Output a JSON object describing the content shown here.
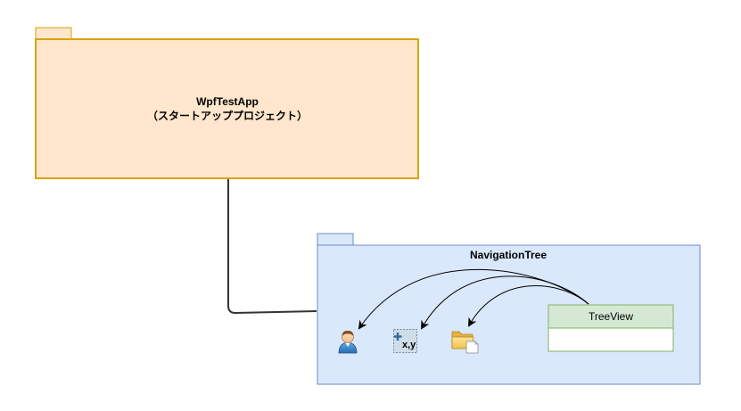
{
  "diagram": {
    "packages": [
      {
        "id": "wpftestapp",
        "title": "WpfTestApp",
        "subtitle": "（スタートアッププロジェクト）",
        "fill": "#ffe6cc",
        "stroke": "#d6a400"
      },
      {
        "id": "navigationtree",
        "title": "NavigationTree",
        "fill": "#dae8fc",
        "stroke": "#6c8ebf"
      }
    ],
    "class_box": {
      "name": "TreeView",
      "header_fill": "#d5e8d4",
      "body_fill": "#ffffff",
      "stroke": "#82b366"
    },
    "icons": [
      {
        "name": "user-icon"
      },
      {
        "name": "coordinate-icon",
        "label": "x,y"
      },
      {
        "name": "folder-icon"
      }
    ],
    "connector_color": "#333333",
    "arrow_color": "#000000"
  }
}
